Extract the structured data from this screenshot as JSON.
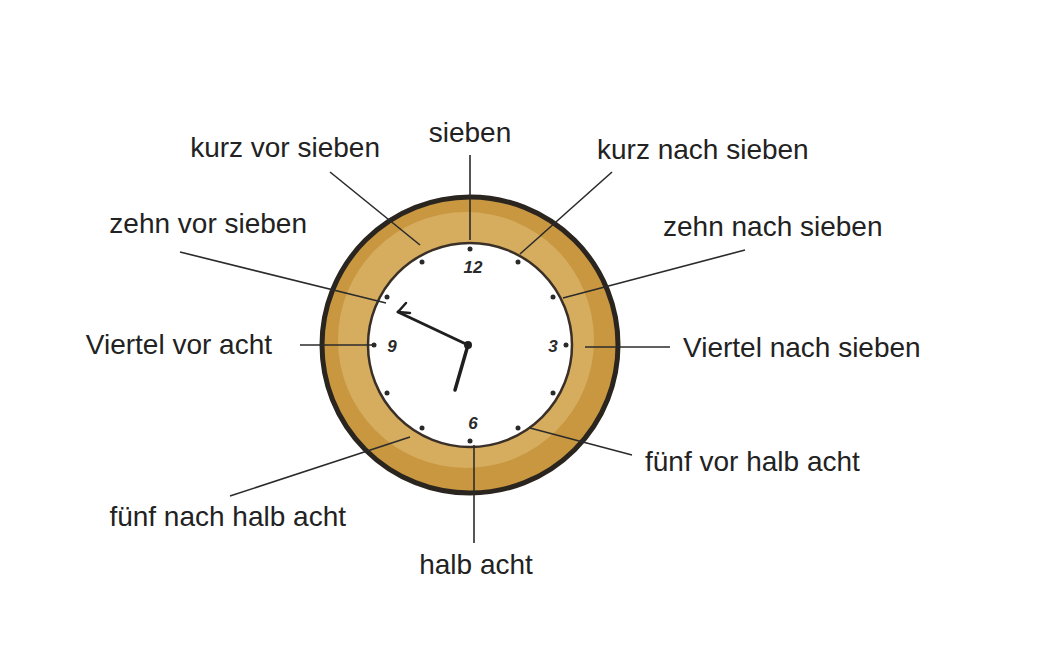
{
  "diagram": {
    "labels": [
      "sieben",
      "kurz vor sieben",
      "kurz nach sieben",
      "zehn vor sieben",
      "zehn nach sieben",
      "Viertel vor acht",
      "Viertel nach sieben",
      "fünf vor halb acht",
      "fünf nach halb acht",
      "halb acht",
      "12",
      "3",
      "6",
      "9"
    ]
  }
}
